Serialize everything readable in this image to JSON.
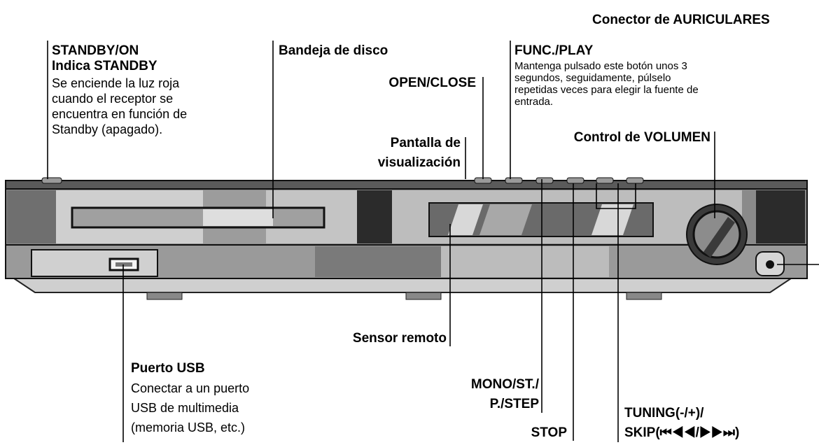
{
  "labels": {
    "headphones": "Conector de AURICULARES",
    "standby_title1": "STANDBY/ON",
    "standby_title2": "Indica STANDBY",
    "standby_desc": [
      "Se enciende la luz roja",
      "cuando el receptor se",
      "encuentra en función de",
      "Standby (apagado)."
    ],
    "disc_tray": "Bandeja de disco",
    "open_close": "OPEN/CLOSE",
    "display1": "Pantalla de",
    "display2": "visualización",
    "func_play": "FUNC./PLAY",
    "func_desc": [
      "Mantenga pulsado este botón unos 3",
      "segundos, seguidamente, púlselo",
      "repetidas veces para elegir la fuente de",
      "entrada."
    ],
    "volume": "Control de VOLUMEN",
    "remote_sensor": "Sensor remoto",
    "usb_title": "Puerto USB",
    "usb_desc": [
      "Conectar a un puerto",
      "USB de multimedia",
      "(memoria USB, etc.)"
    ],
    "mono1": "MONO/ST./",
    "mono2": "P./STEP",
    "stop": "STOP",
    "tuning1": "TUNING(-/+)/",
    "tuning2": "SKIP(⏮◀◀/▶▶⏭)"
  }
}
